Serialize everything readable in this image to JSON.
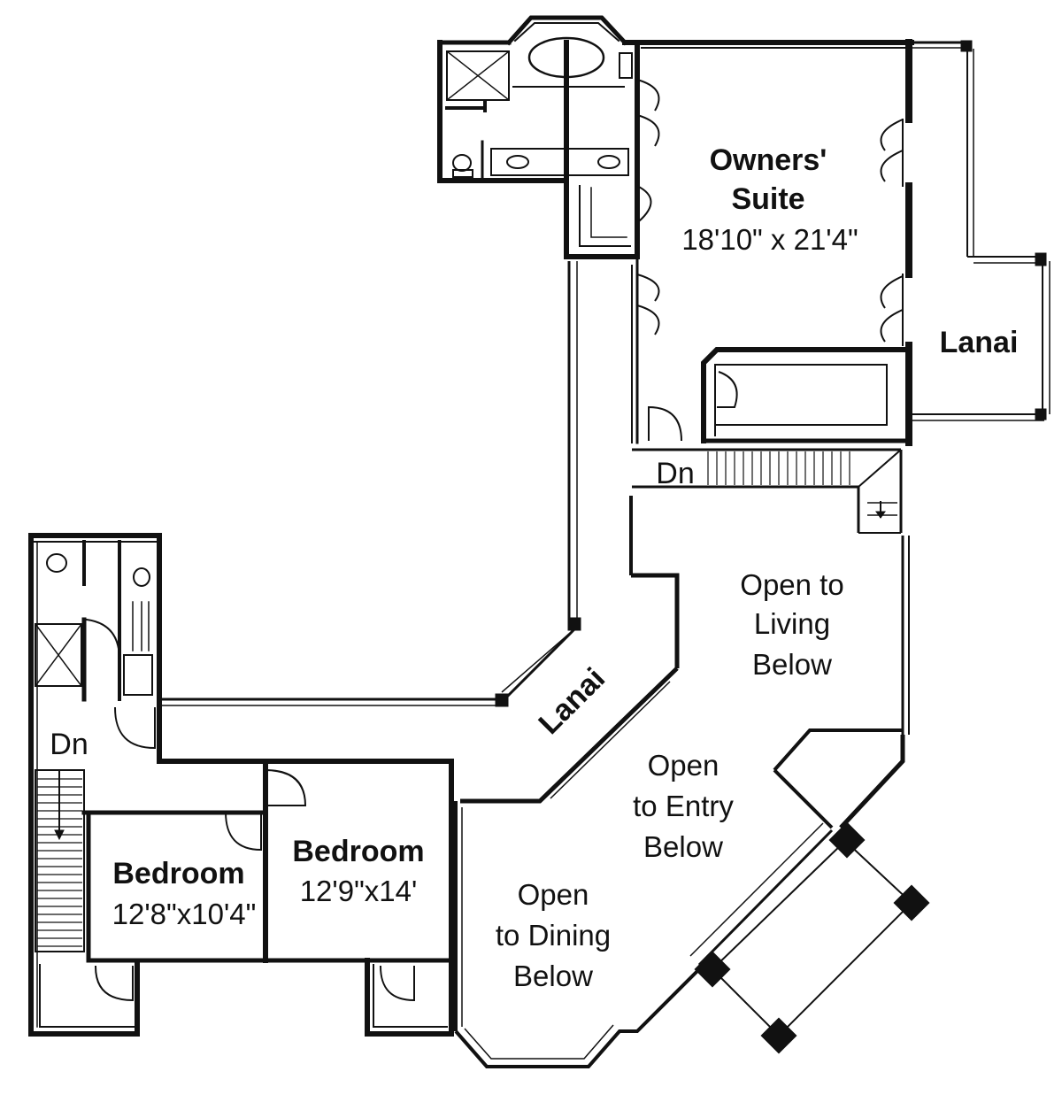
{
  "colors": {
    "ink": "#111111",
    "paper": "#ffffff"
  },
  "rooms": {
    "owners_suite": {
      "name_line1": "Owners'",
      "name_line2": "Suite",
      "size": "18'10\" x 21'4\""
    },
    "lanai_east": {
      "name": "Lanai"
    },
    "lanai_center": {
      "name": "Lanai"
    },
    "bedroom_1": {
      "name": "Bedroom",
      "size": "12'8\"x10'4\""
    },
    "bedroom_2": {
      "name": "Bedroom",
      "size": "12'9\"x14'"
    }
  },
  "open_areas": {
    "living": {
      "line1": "Open to",
      "line2": "Living",
      "line3": "Below"
    },
    "entry": {
      "line1": "Open",
      "line2": "to Entry",
      "line3": "Below"
    },
    "dining": {
      "line1": "Open",
      "line2": "to Dining",
      "line3": "Below"
    }
  },
  "stairs": {
    "upper": {
      "label": "Dn"
    },
    "left": {
      "label": "Dn"
    }
  }
}
